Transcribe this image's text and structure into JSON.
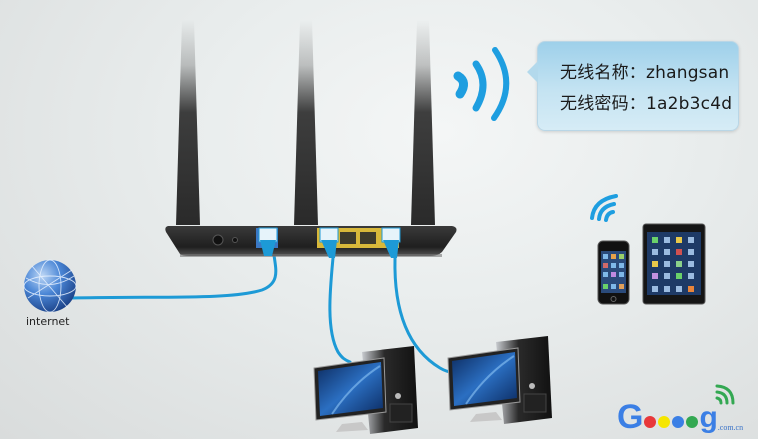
{
  "wifi_info": {
    "ssid_label": "无线名称：",
    "ssid_value": "zhangsan",
    "password_label": "无线密码：",
    "password_value": "1a2b3c4d",
    "ssid_line": "无线名称：zhangsan",
    "password_line": "无线密码：1a2b3c4d"
  },
  "nodes": {
    "internet": {
      "label": "internet",
      "icon": "globe-icon"
    },
    "router": {
      "icon": "router-icon",
      "antennas": 3,
      "wan_port_color": "#3b78c4",
      "lan_port_color": "#d8b83a",
      "lan_ports": 4
    },
    "wireless_clients": [
      {
        "icon": "smartphone-icon"
      },
      {
        "icon": "tablet-icon"
      }
    ],
    "wired_clients": [
      {
        "icon": "desktop-computer-icon"
      },
      {
        "icon": "desktop-computer-icon"
      }
    ]
  },
  "connections": [
    {
      "from": "internet",
      "to": "router-wan",
      "type": "ethernet"
    },
    {
      "from": "router-lan-1",
      "to": "desktop-1",
      "type": "ethernet"
    },
    {
      "from": "router-lan-4",
      "to": "desktop-2",
      "type": "ethernet"
    },
    {
      "from": "router",
      "to": "wireless_clients",
      "type": "wifi"
    }
  ],
  "watermark": {
    "big_g": "G",
    "small_g": "g",
    "domain": ".com.cn",
    "dot_colors": [
      "#e8383a",
      "#f5e600",
      "#3b7fe5",
      "#33a852"
    ],
    "wifi_color": "#33a852"
  },
  "colors": {
    "cable": "#1d9ad6",
    "wifi_waves": "#1e9ee0",
    "router_body": "#2b2b2b"
  }
}
